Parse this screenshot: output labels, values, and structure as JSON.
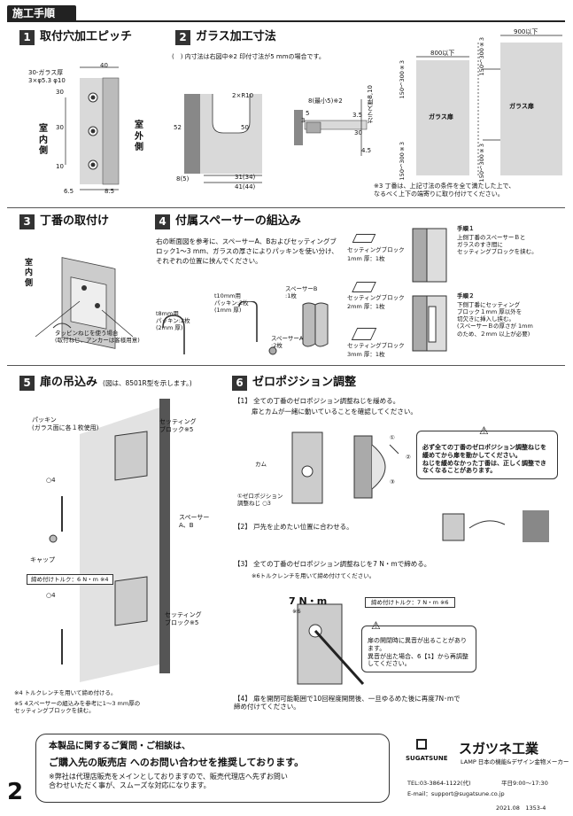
{
  "header": {
    "tab_label": "施工手順"
  },
  "sec1": {
    "num": "1",
    "title": "取付穴加工ピッチ",
    "label_holes": "30-ガラス厚\n3×φ5.3 φ10",
    "dim_40": "40",
    "dim_30a": "30",
    "dim_30b": "30",
    "dim_10": "10",
    "dim_65": "6.5",
    "dim_85": "8.5",
    "inner_label": "室内側",
    "outer_label": "室外側"
  },
  "sec2": {
    "num": "2",
    "title": "ガラス加工寸法",
    "note": "(　) 内寸法は右図中※2 印付寸法が5 mmの場合です。",
    "dim_r10": "2×R10",
    "dim_52": "52",
    "dim_50": "50",
    "dim_8_5": "8(5)",
    "dim_31": "31(34)",
    "dim_41": "41(44)",
    "dim_8min": "8(最小5)※2",
    "dim_5": "5",
    "dim_3": "3",
    "dim_35": "3.5",
    "dim_glass": "ガラス厚8,10",
    "dim_45": "4.5",
    "dim_30s": "30",
    "door_label": "ガラス扉",
    "dim_800": "800以下",
    "dim_900": "900以下",
    "dim_150a": "150～300※3",
    "dim_150b": "150～300※3",
    "dim_150c": "150～300※3",
    "dim_150d": "150～300※3",
    "footnote": "※3 丁番は、上記寸法の条件を全て満たした上で、\nなるべく上下の端寄りに取り付けてください。"
  },
  "sec3": {
    "num": "3",
    "title": "丁番の取付け",
    "inner_label": "室内側",
    "callout": "タッピンねじを使う場合\n(取付ねじ、アンカーは客様用意)"
  },
  "sec4": {
    "num": "4",
    "title": "付属スペーサーの組込み",
    "desc": "右の断面図を参考に、スペーサーA、Bおよびセッティングブロック1～3 mm、ガラスの厚さによりパッキンを使い分け、それぞれの位置に挟んでください。",
    "packing10": "t10mm用\nパッキン:2枚\n(1mm 厚)",
    "packing8": "t8mm用\nパッキン:2枚\n(2mm 厚)",
    "spacer_b": "スペーサーB\n:1枚",
    "spacer_a": "スペーサーA\n:2枚",
    "block1_name": "セッティングブロック",
    "block1_spec": "1mm 厚：1枚",
    "block2_name": "セッティングブロック",
    "block2_spec": "2mm 厚：1枚",
    "block3_name": "セッティングブロック",
    "block3_spec": "3mm 厚：1枚",
    "step1_title": "手順１",
    "step1_text": "上側丁番のスペーサーＢと\nガラスのすき間に\nセッティングブロックを挟む。",
    "step2_title": "手順２",
    "step2_text": "下側丁番にセッティング\nブロック１mm 厚以外を\n切欠きに挿入し挟む。\n(スペーサーＢの厚さが 1mm\nのため、２mm 以上が必要)"
  },
  "sec5": {
    "num": "5",
    "title": "扉の吊込み",
    "subtitle": "(図は、8501R型を示します。)",
    "packing": "パッキン\n(ガラス面に各１枚使用)",
    "setting_block": "セッティング\nブロック※5",
    "spacer": "スペーサー\nA、B",
    "o4a": "○4",
    "cap": "キャップ",
    "torque": "締め付けトルク：6 N・m ※4",
    "o4b": "○4",
    "setting_block2": "セッティング\nブロック※5",
    "note4": "※4 トルクレンチを用いて締め付ける。",
    "note5": "※5 4スペーサーの組込みを参考に1～3 mm厚の\nセッティングブロックを挟む。"
  },
  "sec6": {
    "num": "6",
    "title": "ゼロポジション調整",
    "step1": "【1】 全ての丁番のゼロポジション調整ねじを緩める。",
    "step1b": "扉とカムが一緒に動いていることを確認してください。",
    "cam": "カム",
    "zero_screw": "①ゼロポジション\n調整ねじ ○3",
    "c1": "①",
    "c2": "②",
    "c3": "③",
    "warn1": "必ず全ての丁番のゼロポジション調整ねじを緩めてから扉を動かしてください。\nねじを緩めなかった丁番は、正しく調整できなくなることがあります。",
    "step2": "【2】 戸先を止めたい位置に合わせる。",
    "step3": "【3】 全ての丁番のゼロポジション調整ねじを7 N・mで締める。",
    "step3b": "※6トルクレンチを用いて締め付けてください。",
    "torque7": "7 N・m",
    "torque7_note": "※6",
    "torque_box": "締め付けトルク：7 N・m ※6",
    "warn2": "扉の開閉時に異音が出ることがあります。\n異音が出た場合、6【1】から再調整してください。",
    "step4": "【4】 扉を開閉可能範囲で10回程度開閉後、一旦ゆるめた後に再度7N･mで\n締め付けてください。"
  },
  "footer": {
    "contact1": "本製品に関するご質問・ご相談は、",
    "contact2": "ご購入先の販売店 へのお問い合わせを推奨しております。",
    "contact3": "※弊社は代理店販売をメインとしておりますので、販売代理店へ先ずお問い\n合わせいただく事が、スムーズな対応になります。",
    "brand_en": "SUGATSUNE",
    "brand_jp": "スガツネ工業",
    "brand_sub": "LAMP 日本の機能&デザイン金物メーカー",
    "tel": "TEL:03-3864-1122(代)",
    "hours": "平日9:00～17:30",
    "email": "E-mail：support@sugatsune.co.jp",
    "page": "2",
    "doc_code": "2021.08　1353-4"
  }
}
